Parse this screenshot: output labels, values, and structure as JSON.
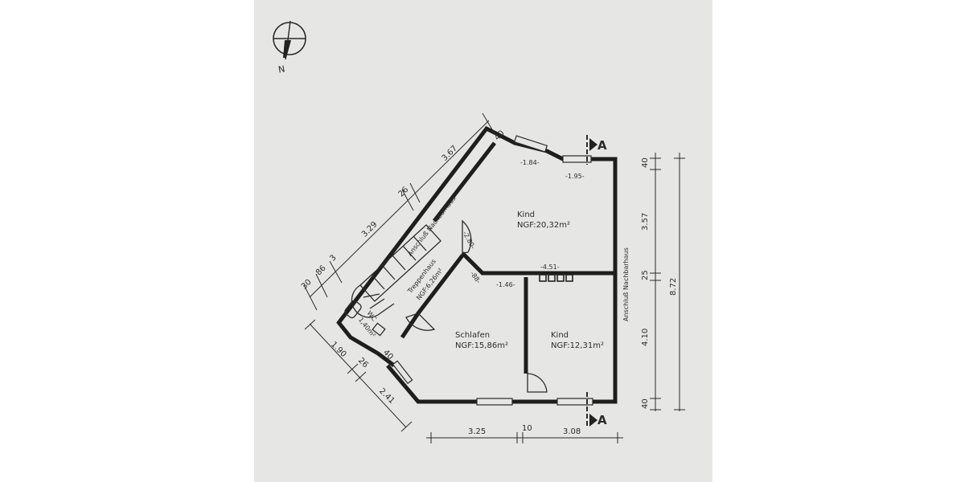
{
  "north_label": "N",
  "section_marker": "A",
  "rooms": {
    "kind_top": {
      "name": "Kind",
      "area": "NGF:20,32m²",
      "width": "-1.84-",
      "niche": "-1.95-",
      "inner": "-4.51-",
      "door": "-2.80-"
    },
    "schlafen": {
      "name": "Schlafen",
      "area": "NGF:15,86m²",
      "door": "-1.46-",
      "stub": "-88-"
    },
    "kind_bottom": {
      "name": "Kind",
      "area": "NGF:12,31m²"
    },
    "treppenhaus": {
      "name": "Treppenhaus",
      "area": "NGF:6,26m²"
    },
    "wc": {
      "name": "WC",
      "area": "1,40m²"
    }
  },
  "labels": {
    "neighbor_left": "Anschluß Nachbarhaus",
    "neighbor_right": "Anschluß Nachbarhaus"
  },
  "dimensions": {
    "diagonal_top": [
      "30",
      "86",
      "3",
      "3.29",
      "26",
      "3.67",
      "40"
    ],
    "diagonal_bottom": [
      "1.90",
      "26",
      "2.41",
      "40"
    ],
    "right_inner": [
      "40",
      "3.57",
      "25",
      "4.10",
      "40"
    ],
    "right_total": "8.72",
    "bottom": [
      "3.25",
      "10",
      "3.08"
    ]
  }
}
